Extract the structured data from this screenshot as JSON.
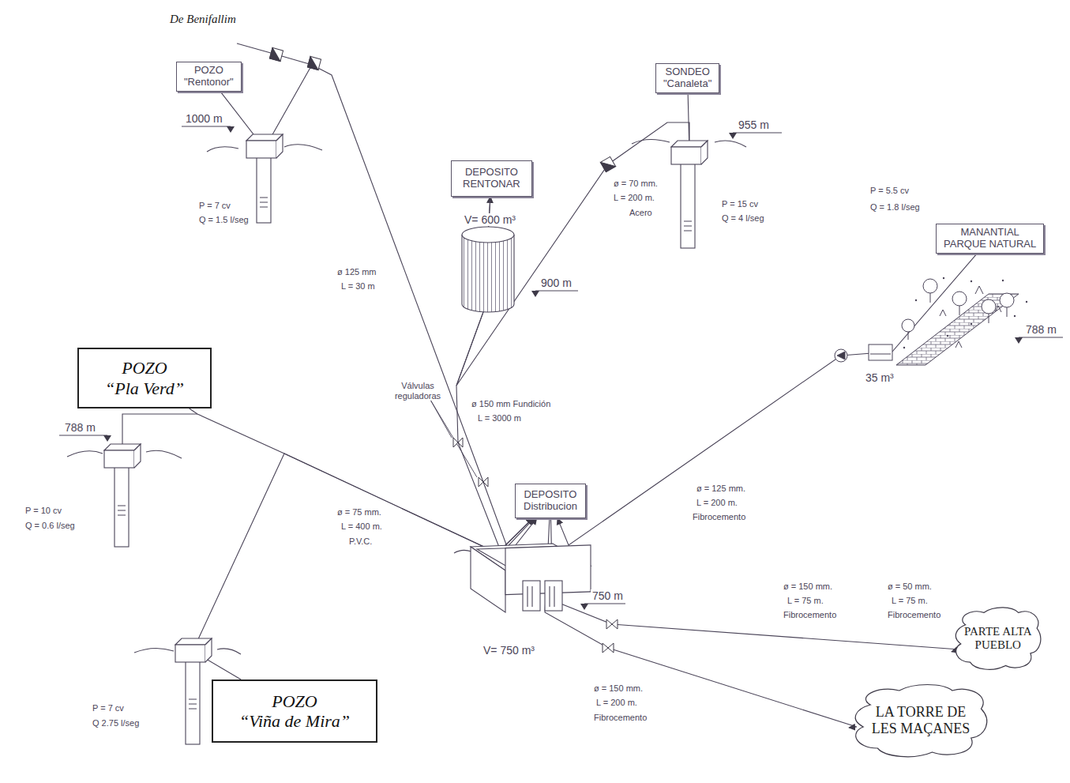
{
  "diagram": {
    "nodes": [
      {
        "text": [
          "POZO",
          "\"Rentonor\""
        ]
      },
      {
        "text": [
          "SONDEO",
          "\"Canaleta\""
        ]
      },
      {
        "text": [
          "DEPOSITO",
          "RENTONAR"
        ]
      },
      {
        "text": [
          "MANANTIAL",
          "PARQUE NATURAL"
        ]
      },
      {
        "text": [
          "POZO",
          "“Pla Verd”"
        ]
      },
      {
        "text": [
          "DEPOSITO",
          "Distribucion"
        ]
      },
      {
        "text": [
          "POZO",
          "“Viña de Mira”"
        ]
      },
      {
        "text": [
          "PARTE ALTA",
          "PUEBLO"
        ]
      },
      {
        "text": [
          "LA TORRE DE LES MAÇANES"
        ]
      }
    ],
    "edges": [
      {
        "from": 0,
        "to": 5,
        "arrow": "to"
      },
      {
        "from": 1,
        "to": 2,
        "arrow": "to"
      },
      {
        "from": 2,
        "to": 5,
        "arrow": "to"
      },
      {
        "from": 3,
        "to": 5,
        "arrow": "to"
      },
      {
        "from": 4,
        "to": 5,
        "arrow": "to"
      },
      {
        "from": 6,
        "to": 5,
        "arrow": "to"
      },
      {
        "from": 5,
        "to": 7,
        "arrow": "to"
      },
      {
        "from": 5,
        "to": 8,
        "arrow": "to"
      }
    ],
    "labels": [
      "De Benifallim",
      "1000 m",
      "P = 7 cv",
      "Q = 1.5 l/seg",
      "ø 125 mm",
      "L = 30 m",
      "V= 600 m³",
      "900 m",
      "955 m",
      "ø = 70 mm.",
      "L = 200 m.",
      "Acero",
      "P = 15 cv",
      "Q = 4 l/seg",
      "P = 5.5 cv",
      "Q = 1.8 l/seg",
      "788 m",
      "35 m³",
      "Válvulas reguladoras",
      "ø 150 mm Fundición",
      "L = 3000 m",
      "788 m",
      "P = 10 cv",
      "Q = 0.6 l/seg",
      "ø = 75 mm.",
      "L = 400 m.",
      "P.V.C.",
      "ø = 125 mm.",
      "L = 200 m.",
      "Fibrocemento",
      "750 m",
      "V= 750 m³",
      "ø = 150 mm.",
      "L = 75 m.",
      "Fibrocemento",
      "ø = 50 mm.",
      "L = 75 m.",
      "Fibrocemento",
      "ø = 150 mm.",
      "L = 200 m.",
      "Fibrocemento",
      "P = 7 cv",
      "Q 2.75 l/seg"
    ]
  }
}
